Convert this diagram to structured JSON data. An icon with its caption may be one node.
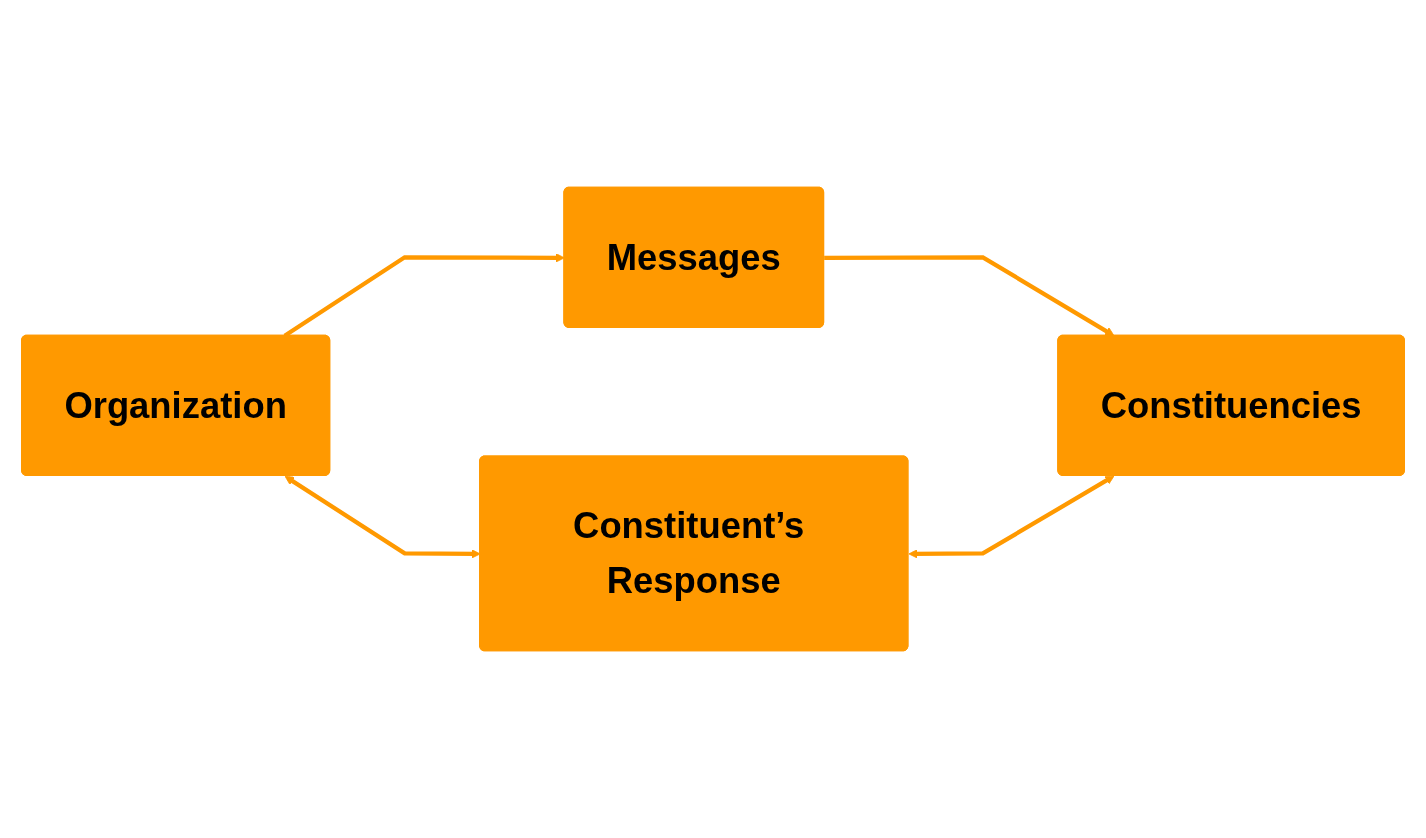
{
  "diagram": {
    "nodes": [
      {
        "text": [
          "Messages"
        ]
      },
      {
        "text": [
          "Organization"
        ]
      },
      {
        "text": [
          "Constituencies"
        ]
      },
      {
        "text": [
          "Constituent’s Response"
        ]
      }
    ],
    "edges": [
      {
        "from": 1,
        "to": 0,
        "arrow": "to"
      },
      {
        "from": 0,
        "to": 2,
        "arrow": "to"
      },
      {
        "from": 3,
        "to": 2,
        "arrow": "both"
      },
      {
        "from": 1,
        "to": 3,
        "arrow": "both"
      }
    ]
  }
}
